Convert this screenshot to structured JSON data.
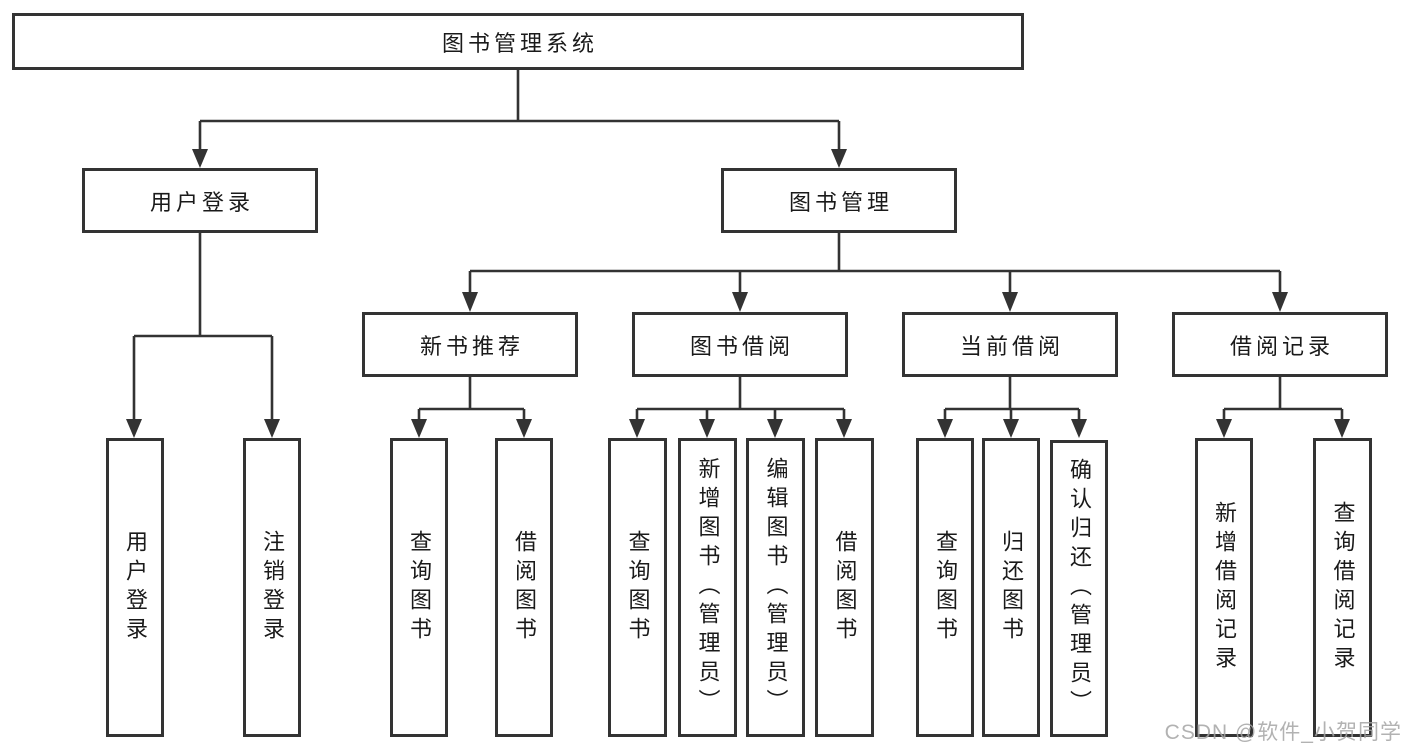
{
  "diagram": {
    "root": {
      "label": "图书管理系统"
    },
    "branches": [
      {
        "label": "用户登录",
        "children": [
          {
            "label": "用户登录"
          },
          {
            "label": "注销登录"
          }
        ]
      },
      {
        "label": "图书管理",
        "children": [
          {
            "label": "新书推荐",
            "children": [
              {
                "label": "查询图书"
              },
              {
                "label": "借阅图书"
              }
            ]
          },
          {
            "label": "图书借阅",
            "children": [
              {
                "label": "查询图书"
              },
              {
                "label": "新增图书（管理员）"
              },
              {
                "label": "编辑图书（管理员）"
              },
              {
                "label": "借阅图书"
              }
            ]
          },
          {
            "label": "当前借阅",
            "children": [
              {
                "label": "查询图书"
              },
              {
                "label": "归还图书"
              },
              {
                "label": "确认归还（管理员）"
              }
            ]
          },
          {
            "label": "借阅记录",
            "children": [
              {
                "label": "新增借阅记录"
              },
              {
                "label": "查询借阅记录"
              }
            ]
          }
        ]
      }
    ]
  },
  "watermark": {
    "text": "CSDN @软件_小贺同学"
  },
  "colors": {
    "line": "#333333",
    "box_border": "#333333",
    "text": "#1a1a1a",
    "background": "#ffffff",
    "watermark": "#a4a4a4"
  }
}
